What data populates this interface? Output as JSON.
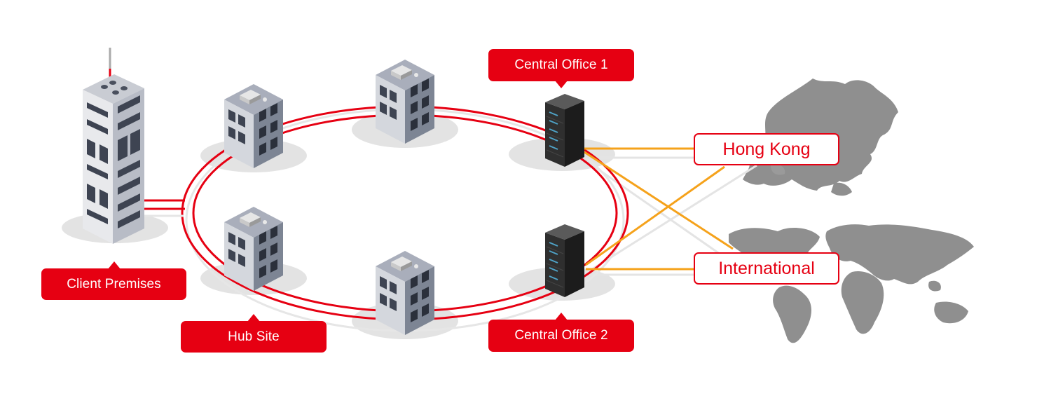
{
  "colors": {
    "accent": "#e60012",
    "link_orange": "#f5a21b",
    "shadow": "#e3e3e3",
    "map_gray": "#8f8f8f",
    "building_gray": "#7d8594"
  },
  "nodes": {
    "client_premises": "Client Premises",
    "hub_site": "Hub Site",
    "central_office_1": "Central Office 1",
    "central_office_2": "Central Office 2"
  },
  "destinations": {
    "hong_kong": "Hong Kong",
    "international": "International"
  },
  "icons": [
    "skyscraper-icon",
    "office-building-icon",
    "server-rack-icon",
    "hong-kong-map-icon",
    "world-map-icon"
  ]
}
